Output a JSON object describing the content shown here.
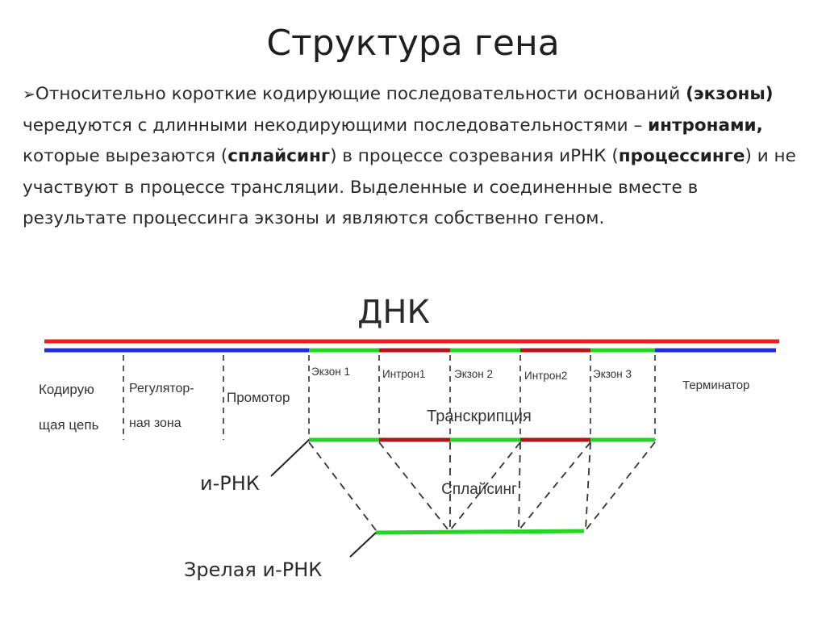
{
  "title": "Структура гена",
  "paragraph": {
    "bullet": "➢",
    "segments": [
      {
        "text": "Относительно короткие кодирующие последовательности оснований ",
        "bold": false
      },
      {
        "text": "(экзоны)",
        "bold": true
      },
      {
        "text": " чередуются с длинными некодирующими последовательностями – ",
        "bold": false
      },
      {
        "text": "интронами,",
        "bold": true
      },
      {
        "text": " которые вырезаются (",
        "bold": false
      },
      {
        "text": "сплайсинг",
        "bold": true
      },
      {
        "text": ") в процессе созревания иРНК (",
        "bold": false
      },
      {
        "text": "процессинге",
        "bold": true
      },
      {
        "text": ") и не участвуют в процессе трансляции. Выделенные  и соединенные вместе в результате процессинга экзоны и являются собственно геном.",
        "bold": false
      }
    ]
  },
  "diagram": {
    "dna_label": "ДНК",
    "coding_strand_line1": "Кодирую",
    "coding_strand_line2": "щая цепь",
    "regulatory_line1": "Регулятор-",
    "regulatory_line2": "ная зона",
    "promoter": "Промотор",
    "terminator": "Терминатор",
    "segments": [
      "Экзон 1",
      "Интрон1",
      "Экзон 2",
      "Интрон2",
      "Экзон 3"
    ],
    "transcription": "Транскрипция",
    "mrna": "и-РНК",
    "splicing": "Сплайсинг",
    "mature_mrna": "Зрелая и-РНК",
    "colors": {
      "red": "#e8201f",
      "blue": "#1f2fd6",
      "green": "#22d622",
      "dark_red": "#b3141a",
      "dash": "#333333"
    }
  }
}
